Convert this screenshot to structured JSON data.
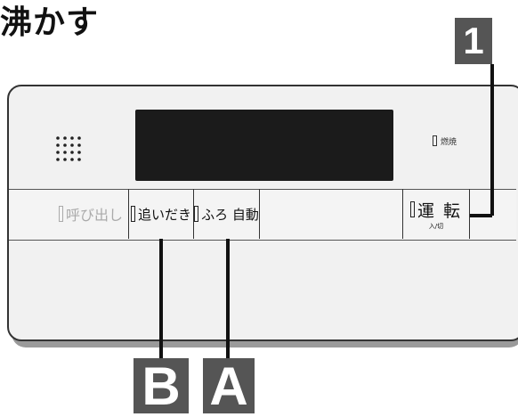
{
  "heading": "沸かす",
  "panel": {
    "burn_indicator_label": "燃焼",
    "buttons": {
      "call": "呼び出し",
      "reheat": "追いだき",
      "auto_bath": "ふろ 自動",
      "run_main": "運 転",
      "run_sub": "入/切"
    }
  },
  "callouts": {
    "one": "1",
    "b": "B",
    "a": "A"
  },
  "colors": {
    "callout_bg": "#555555",
    "display": "#1b1b1b",
    "panel_bg": "#f1f1f1"
  }
}
